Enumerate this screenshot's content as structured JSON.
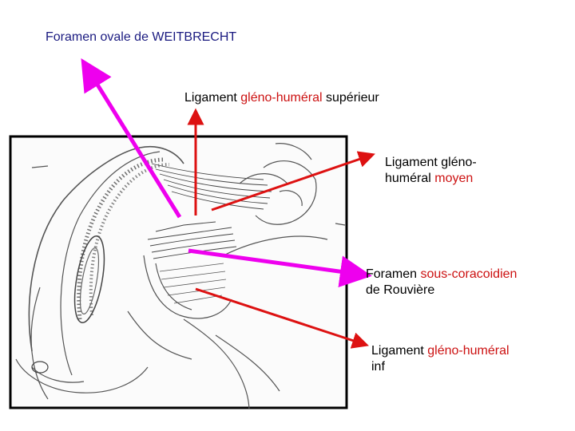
{
  "colors": {
    "pink_arrow": "#ee00ee",
    "red_arrow": "#dd1111",
    "label_blue": "#1a1a80",
    "label_red": "#cc1111",
    "frame": "#000000"
  },
  "labels": {
    "foramen_weitbrecht": "Foramen ovale de WEITBRECHT",
    "lgh_sup": {
      "a": "Ligament ",
      "b": "gléno-huméral",
      "c": " supérieur"
    },
    "lgh_moyen": {
      "l1": "Ligament gléno-",
      "l2a": "huméral ",
      "l2b": "moyen"
    },
    "foramen_rouviere": {
      "l1a": "Foramen ",
      "l1b": "sous-coracoidien",
      "l2": "de Rouvière"
    },
    "lgh_inf": {
      "l1a": "Ligament ",
      "l1b": "gléno-huméral",
      "l2": "inf"
    }
  }
}
